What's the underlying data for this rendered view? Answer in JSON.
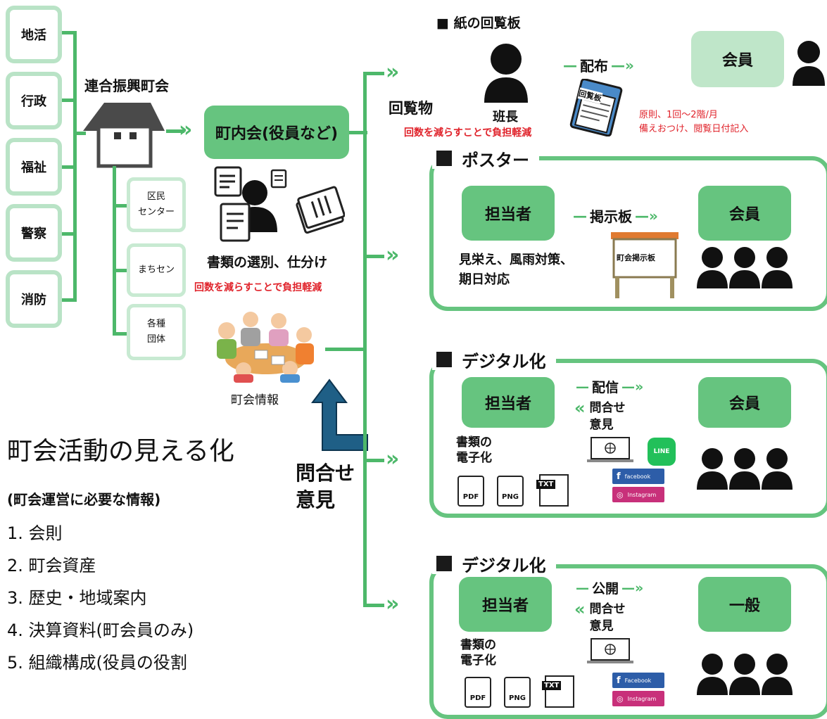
{
  "left_boxes": [
    "地活",
    "行政",
    "福祉",
    "警察",
    "消防"
  ],
  "rengo_title": "連合振興町会",
  "sub_boxes": [
    "区民\nセンター",
    "まちセン",
    "各種\n団体"
  ],
  "chonaikai_label": "町内会(役員など)",
  "sorting_label": "書類の選別、仕分け",
  "red_note_1": "回数を減らすことで負担軽減",
  "info_label": "町会情報",
  "main_title": "町会活動の見える化",
  "subtitle": "(町会運営に必要な情報)",
  "info_list": [
    {
      "num": "1.",
      "text": "会則"
    },
    {
      "num": "2.",
      "text": "町会資産"
    },
    {
      "num": "3.",
      "text": "歴史・地域案内"
    },
    {
      "num": "4.",
      "text": "決算資料(町会員のみ)"
    },
    {
      "num": "5.",
      "text": "組織構成(役員の役割"
    }
  ],
  "inquiry_big": {
    "line1": "問合せ",
    "line2": "意見"
  },
  "kairanbutsu_label": "回覧物",
  "paper": {
    "header": "■ 紙の回覧板",
    "person_label": "班長",
    "red_note": "回数を減らすことで負担軽減",
    "action": "配布",
    "board_label": "回覧板",
    "target": "会員",
    "note_line1": "原則、1回〜2階/月",
    "note_line2": "備えおつけ、閲覧日付記入"
  },
  "poster": {
    "header": "ポスター",
    "actor": "担当者",
    "action": "掲示板",
    "board_sign": "町会掲示板",
    "target": "会員",
    "note_line1": "見栄え、風雨対策、",
    "note_line2": "期日対応"
  },
  "digital1": {
    "header": "デジタル化",
    "actor": "担当者",
    "action": "配信",
    "back_line1": "問合せ",
    "back_line2": "意見",
    "target": "会員",
    "doc_line1": "書類の",
    "doc_line2": "電子化",
    "files": [
      "PDF",
      "PNG",
      "TXT"
    ],
    "line_app": "LINE",
    "facebook": "facebook",
    "instagram": "Instagram"
  },
  "digital2": {
    "header": "デジタル化",
    "actor": "担当者",
    "action": "公開",
    "back_line1": "問合せ",
    "back_line2": "意見",
    "target": "一般",
    "doc_line1": "書類の",
    "doc_line2": "電子化",
    "files": [
      "PDF",
      "PNG",
      "TXT"
    ],
    "facebook": "Facebook",
    "instagram": "Instagram"
  },
  "colors": {
    "green": "#66c47f",
    "light_green": "#bfe6c9",
    "line_green": "#4db86a",
    "red": "#e0232b",
    "blue_arrow": "#1f5f86"
  }
}
